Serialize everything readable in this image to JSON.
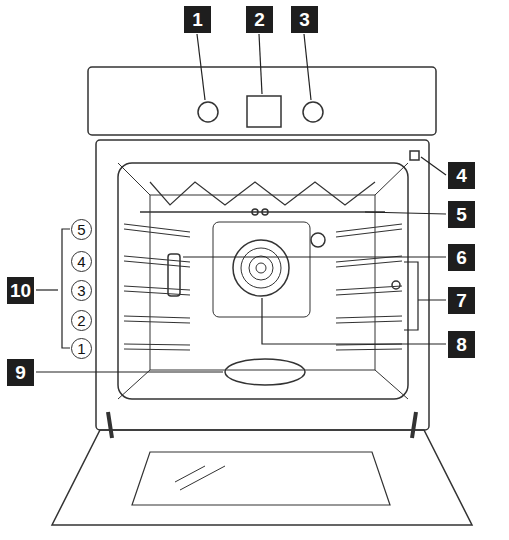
{
  "diagram": {
    "labels": [
      "1",
      "2",
      "3",
      "4",
      "5",
      "6",
      "7",
      "8",
      "9",
      "10",
      "5",
      "4",
      "3",
      "2",
      "1"
    ]
  }
}
